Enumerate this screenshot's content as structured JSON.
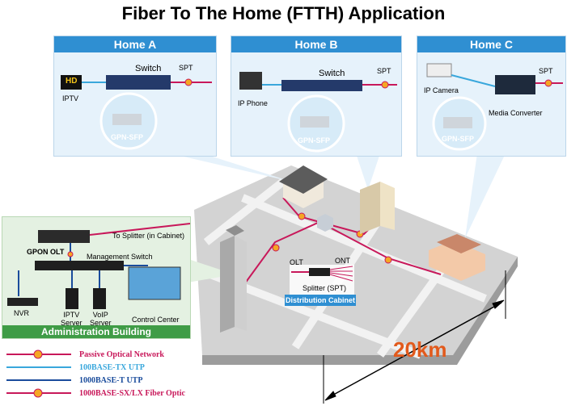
{
  "title": "Fiber To The Home (FTTH) Application",
  "homes": [
    {
      "header": "Home A",
      "device": "Switch",
      "endpoint": "IPTV",
      "tv_brand": "HD",
      "spt": "SPT",
      "sfp": "GPN-SFP"
    },
    {
      "header": "Home B",
      "device": "Switch",
      "endpoint": "IP Phone",
      "spt": "SPT",
      "sfp": "GPN-SFP"
    },
    {
      "header": "Home C",
      "device": "Media Converter",
      "endpoint": "IP Camera",
      "spt": "SPT",
      "sfp": "GPN-SFP"
    }
  ],
  "admin": {
    "footer": "Administration Building",
    "olt": "GPON OLT",
    "to_splitter": "To Splitter (in Cabinet)",
    "mgmt_switch": "Management Switch",
    "nvr": "NVR",
    "iptv_server": "IPTV\nServer",
    "voip_server": "VoIP\nServer",
    "control_center": "Control Center"
  },
  "cabinet": {
    "olt": "OLT",
    "ont": "ONT",
    "splitter": "Splitter (SPT)",
    "label": "Distribution Cabinet"
  },
  "distance": "20km",
  "legend": [
    {
      "label": "Passive Optical Network",
      "color": "#c8185a",
      "icon": "pon-dot"
    },
    {
      "label": "100BASE-TX UTP",
      "color": "#39a7dc",
      "icon": "line"
    },
    {
      "label": "1000BASE-T UTP",
      "color": "#1a4c9c",
      "icon": "line"
    },
    {
      "label": "1000BASE-SX/LX Fiber Optic",
      "color": "#c8185a",
      "icon": "sfp-dot"
    }
  ],
  "colors": {
    "accent": "#2f8fd2",
    "pon": "#c8185a",
    "green": "#3f9c46",
    "distance": "#e25a1c"
  }
}
